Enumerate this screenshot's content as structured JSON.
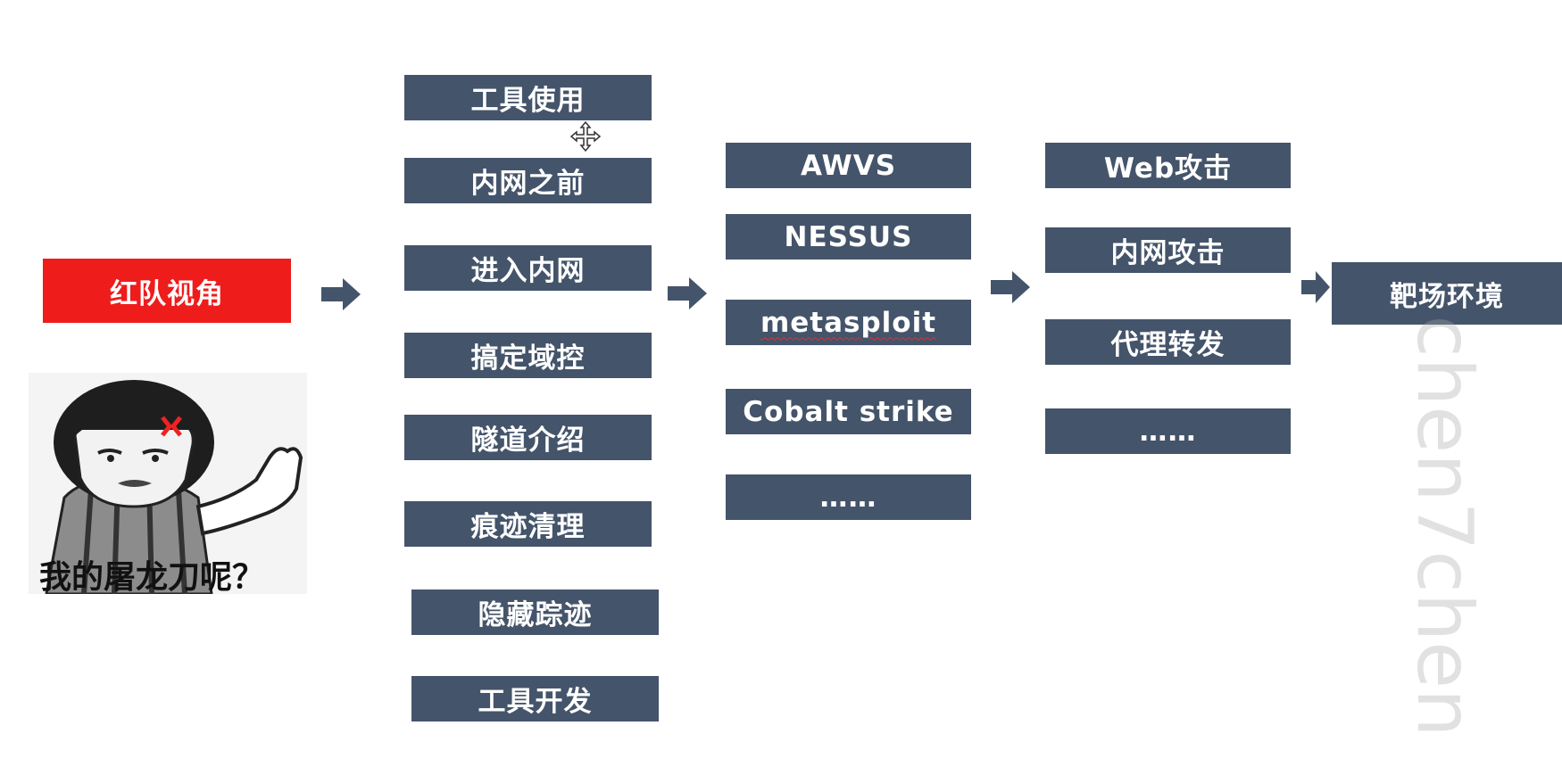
{
  "root": {
    "label": "红队视角",
    "color": "#ef1c1c"
  },
  "meme": {
    "caption": "我的屠龙刀呢？"
  },
  "column1": {
    "items": [
      "工具使用",
      "内网之前",
      "进入内网",
      "搞定域控",
      "隧道介绍",
      "痕迹清理",
      "隐藏踪迹",
      "工具开发"
    ]
  },
  "column2": {
    "items": [
      "AWVS",
      "NESSUS",
      "metasploit",
      "Cobalt strike",
      "……"
    ]
  },
  "column3": {
    "items": [
      "Web攻击",
      "内网攻击",
      "代理转发",
      "……"
    ]
  },
  "final": {
    "label": "靶场环境"
  },
  "watermark": "chen7chen",
  "colors": {
    "box": "#44546a",
    "root": "#ef1c1c",
    "arrow": "#44546a"
  }
}
